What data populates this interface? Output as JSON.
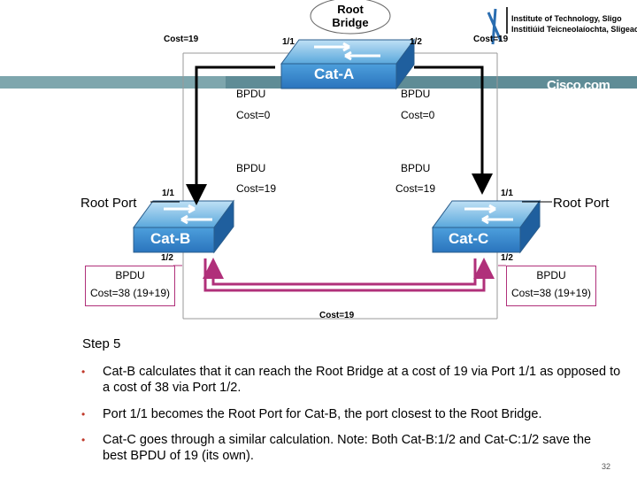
{
  "root_bridge": {
    "line1": "Root",
    "line2": "Bridge"
  },
  "institute": {
    "line1": "Institute of Technology, Sligo",
    "line2": "Institiúid Teicneolaíochta, Sligeach"
  },
  "cisco_logo": "Cisco.com",
  "switches": {
    "a": "Cat-A",
    "b": "Cat-B",
    "c": "Cat-C"
  },
  "costs": {
    "top_left": "Cost=19",
    "top_right": "Cost=19",
    "bottom": "Cost=19"
  },
  "ports": {
    "a_left": "1/1",
    "a_right": "1/2",
    "b_top": "1/1",
    "b_bottom": "1/2",
    "c_top": "1/1",
    "c_bottom": "1/2"
  },
  "root_port_left": "Root Port",
  "root_port_right": "Root Port",
  "bpdu_labels": {
    "bpdu": "BPDU",
    "cost0": "Cost=0",
    "cost19": "Cost=19",
    "cost38": "Cost=38 (19+19)"
  },
  "step_title": "Step 5",
  "bullets": [
    "Cat-B calculates that it can reach the Root Bridge at a cost of 19 via Port 1/1 as opposed to a cost of 38 via Port 1/2.",
    "Port 1/1 becomes the Root Port for Cat-B, the port closest to the Root Bridge.",
    "Cat-C goes through a similar calculation. Note: Both Cat-B:1/2 and Cat-C:1/2 save the best BPDU of 19 (its own)."
  ],
  "bullet_char": "•",
  "page_number": "32",
  "colors": {
    "teal_band": "#5f8c96",
    "switch_label": "#3b8fd1",
    "magenta": "#b0307a",
    "accent_dot": "#c0392b"
  }
}
